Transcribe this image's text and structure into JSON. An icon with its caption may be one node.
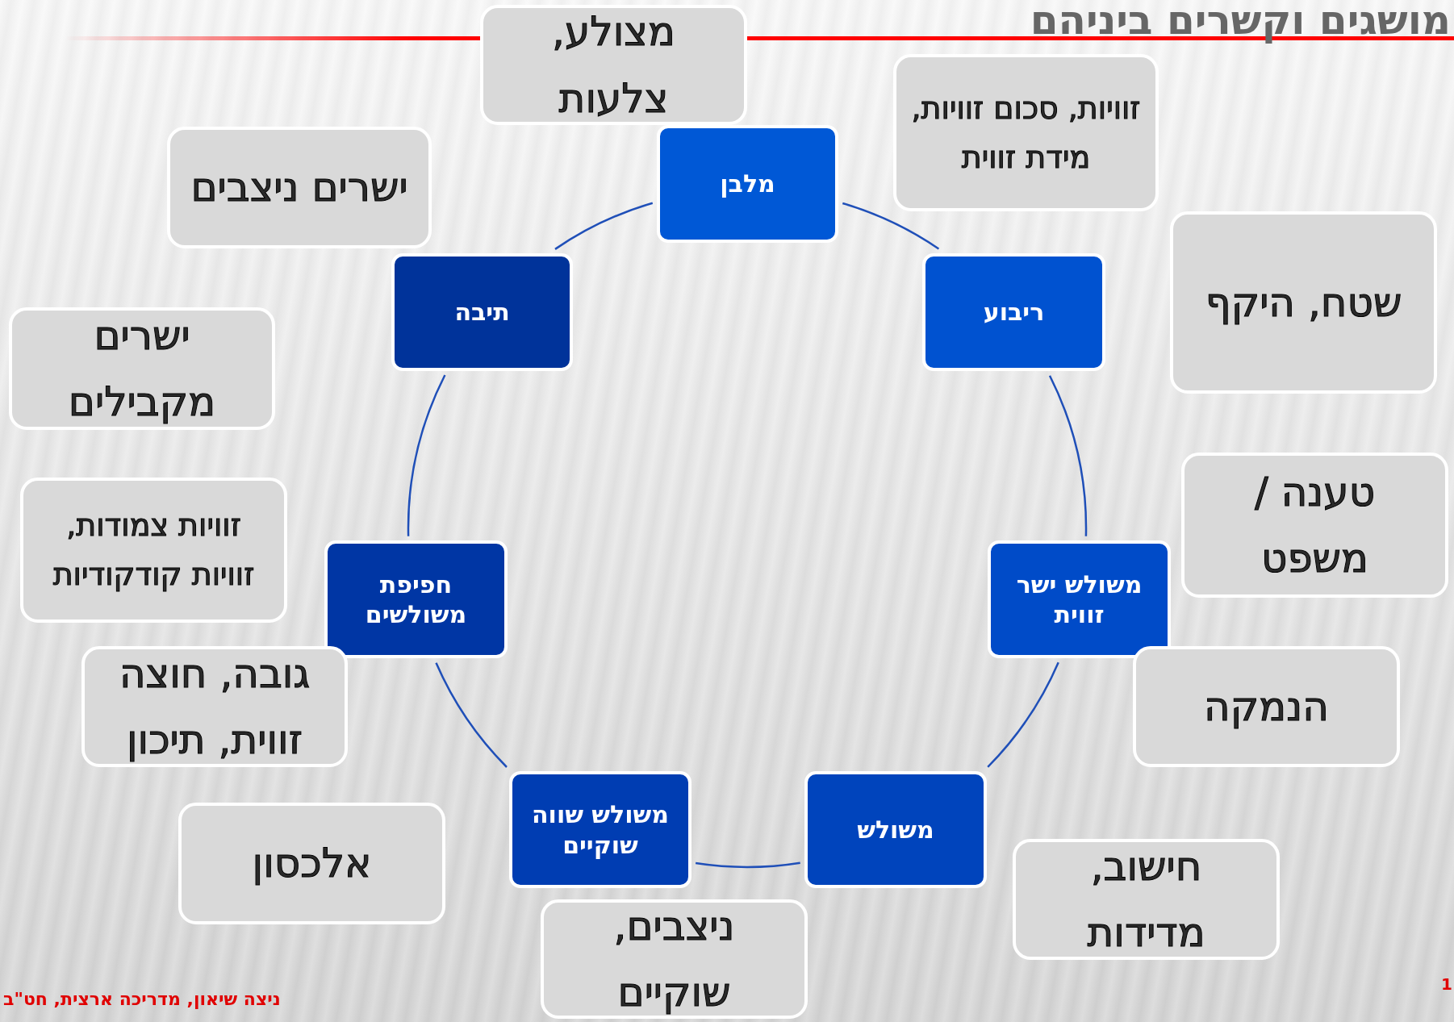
{
  "diagram": {
    "title": "מושגים וקשרים ביניהם",
    "nodes": [
      {
        "text": [
          "מלבן"
        ]
      },
      {
        "text": [
          "ריבוע"
        ]
      },
      {
        "text": [
          "משולש ישר זווית"
        ]
      },
      {
        "text": [
          "משולש"
        ]
      },
      {
        "text": [
          "משולש שווה שוקיים"
        ]
      },
      {
        "text": [
          "חפיפת משולשים"
        ]
      },
      {
        "text": [
          "תיבה"
        ]
      },
      {
        "text": [
          "מצולע, צלעות"
        ]
      },
      {
        "text": [
          "זוויות, סכום זוויות, מידת זווית"
        ]
      },
      {
        "text": [
          "שטח, היקף"
        ]
      },
      {
        "text": [
          "טענה / משפט"
        ]
      },
      {
        "text": [
          "הנמקה"
        ]
      },
      {
        "text": [
          "חישוב, מדידות"
        ]
      },
      {
        "text": [
          "ניצבים, שוקיים"
        ]
      },
      {
        "text": [
          "אלכסון"
        ]
      },
      {
        "text": [
          "גובה, חוצה זווית, תיכון"
        ]
      },
      {
        "text": [
          "זוויות צמודות, זוויות קודקודיות"
        ]
      },
      {
        "text": [
          "ישרים מקבילים"
        ]
      },
      {
        "text": [
          "ישרים ניצבים"
        ]
      }
    ],
    "edges": [
      {
        "from": 0,
        "to": 1,
        "arrow": "none"
      },
      {
        "from": 1,
        "to": 2,
        "arrow": "none"
      },
      {
        "from": 2,
        "to": 3,
        "arrow": "none"
      },
      {
        "from": 3,
        "to": 4,
        "arrow": "none"
      },
      {
        "from": 4,
        "to": 5,
        "arrow": "none"
      },
      {
        "from": 5,
        "to": 6,
        "arrow": "none"
      },
      {
        "from": 6,
        "to": 0,
        "arrow": "none"
      }
    ],
    "labels": [
      "ניצה שיאון, מדריכה ארצית, חט\"ב",
      "1"
    ]
  }
}
